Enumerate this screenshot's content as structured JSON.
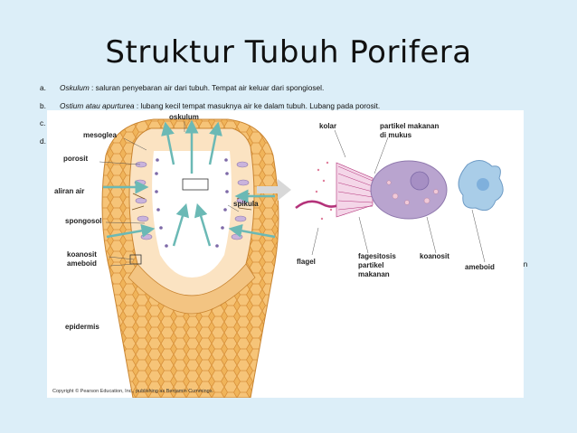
{
  "slide": {
    "title": "Struktur Tubuh Porifera",
    "bullets": [
      {
        "label": "a.",
        "term": "Oskulum",
        "text": " : saluran penyebaran air dari tubuh. Tempat air keluar dari spongiosel."
      },
      {
        "label": "b.",
        "term": "Ostium atau apurturea",
        "text": " : lubang kecil tempat masuknya air ke dalam tubuh. Lubang pada porosit."
      },
      {
        "label": "c.",
        "term": "",
        "text": ""
      },
      {
        "label": "d.",
        "term": "",
        "text": ""
      }
    ],
    "trailing_text": "an"
  },
  "figure": {
    "labels": {
      "oskulum": "oskulum",
      "mesoglea": "mesoglea",
      "porosit": "porosit",
      "aliran_air": "aliran air",
      "spongosol": "spongosol",
      "koanosit_left": "koanosit",
      "ameboid_left": "ameboid",
      "epidermis": "epidermis",
      "spikula": "spikula",
      "kolar": "kolar",
      "partikel_mukus_1": "partikel makanan",
      "partikel_mukus_2": "di mukus",
      "flagel": "flagel",
      "fagesitosis_1": "fagesitosis",
      "fagesitosis_2": "partikel",
      "fagesitosis_3": "makanan",
      "koanosit_right": "koanosit",
      "ameboid_right": "ameboid"
    },
    "copyright": "Copyright © Pearson Education, Inc., publishing as Benjamin Cummings.",
    "colors": {
      "body_orange": "#e8a23c",
      "cell_purple": "#b9a4cf",
      "ameboid_blue": "#a9cde8",
      "flow_arrow": "#6bb9b5"
    }
  }
}
